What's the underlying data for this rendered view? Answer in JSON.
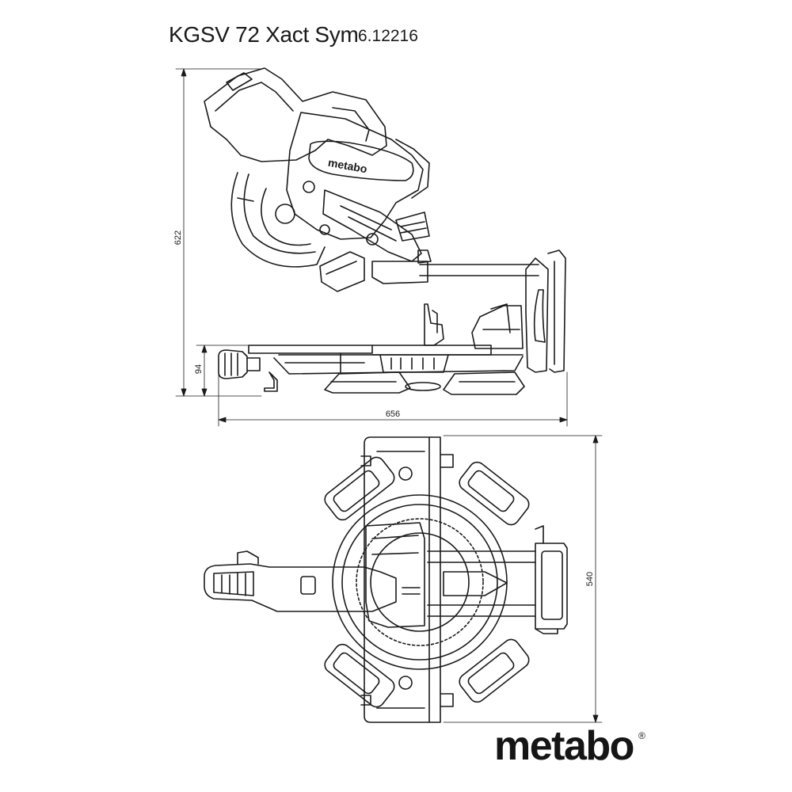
{
  "header": {
    "model": "KGSV 72 Xact Sym",
    "article_number": "6.12216"
  },
  "dimensions": {
    "height": "622",
    "table_height": "94",
    "length": "656",
    "width": "540"
  },
  "labels": {
    "tool_brand": "metabo"
  },
  "footer": {
    "brand": "metabo",
    "registered_mark": "®"
  }
}
